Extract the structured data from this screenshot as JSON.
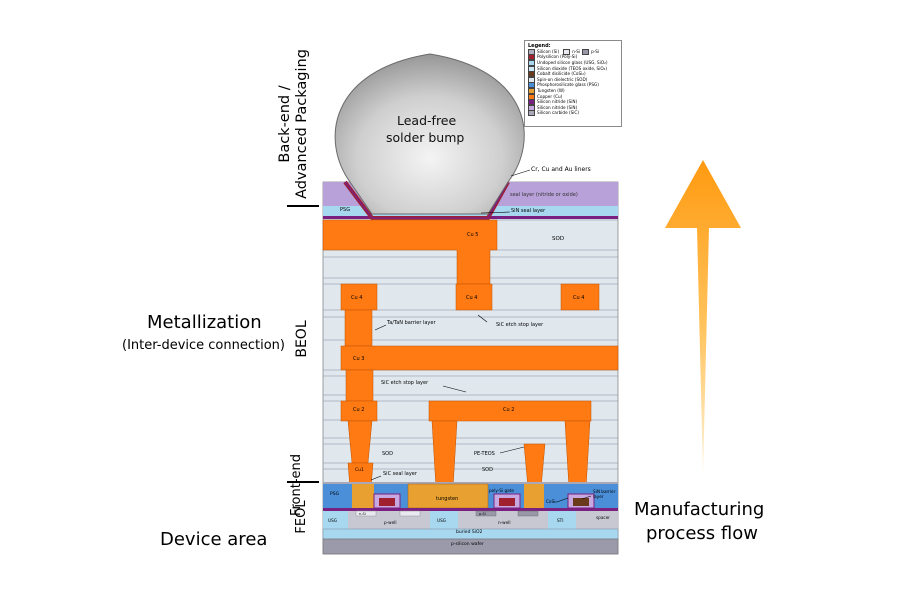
{
  "labels": {
    "back_end": "Back-end /\nAdvanced Packaging",
    "metallization": "Metallization",
    "inter_device": "(Inter-device connection)",
    "beol": "BEOL",
    "front_end": "Front-end",
    "feol": "FEOL",
    "device_area": "Device area",
    "manufacturing_1": "Manufacturing",
    "manufacturing_2": "process flow"
  },
  "bump": {
    "label_line1": "Lead-free",
    "label_line2": "solder bump",
    "liner_callout": "Cr, Cu and Au liners"
  },
  "layers": {
    "seal_layer": "seal layer (nitride or oxide)",
    "psg": "PSG",
    "sin_seal": "SiN seal layer",
    "cu5": "Cu 5",
    "sod": "SOD",
    "cu4_a": "Cu 4",
    "cu4_b": "Cu 4",
    "cu4_c": "Cu 4",
    "tatan": "Ta/TaN barrier layer",
    "sic_etch_1": "SiC etch stop layer",
    "cu3": "Cu 3",
    "sic_etch_2": "SiC etch stop layer",
    "cu2_a": "Cu 2",
    "cu2_b": "Cu 2",
    "sod_low": "SOD",
    "pe_teos": "PE-TEOS",
    "sod_low2": "SOD",
    "cu1": "Cu1",
    "sic_seal": "SiC seal layer",
    "psg_low": "PSG",
    "tungsten": "tungsten",
    "polysi_gate": "poly-Si gate",
    "cosi2": "CoSi₂",
    "sin_barrier": "SiN barrier layer",
    "spacer": "spacer",
    "usg_1": "USG",
    "usg_2": "USG",
    "sti": "STI",
    "p_well": "p-well",
    "n_well": "n-well",
    "n_si": "n-Si",
    "p_si": "p-Si",
    "buried_sio2": "buried SiO2",
    "p_silicon_wafer": "p-silicon wafer"
  },
  "legend": {
    "title": "Legend:",
    "items": [
      {
        "label": "Silicon (Si)",
        "extra1": "n-Si",
        "extra2": "p-Si",
        "color": "#b0b0c0"
      },
      {
        "label": "Polysilicon (Poly-Si)",
        "color": "#a02030"
      },
      {
        "label": "Undoped silicon glass (USG, SiO₂)",
        "color": "#a8d8f0"
      },
      {
        "label": "Silicon dioxide (TEOS oxide, SiO₂)",
        "color": "#cfe8f5"
      },
      {
        "label": "Cobalt disilicide (CoSi₂)",
        "color": "#6b3a1a"
      },
      {
        "label": "Spin-on dielectric (SOD)",
        "color": "#e0e8ee"
      },
      {
        "label": "Phosphorosilicate glass (PSG)",
        "color": "#4a8fd8"
      },
      {
        "label": "Tungsten (W)",
        "color": "#e8a030"
      },
      {
        "label": "Copper (Cu)",
        "color": "#ff7a12"
      },
      {
        "label": "Silicon nitride (SiN)",
        "color": "#7a2080"
      },
      {
        "label": "Silicon nitride (SiN)",
        "color": "#c8a8e0"
      },
      {
        "label": "Silicon carbide (SiC)",
        "color": "#a8a8b8"
      }
    ]
  },
  "colors": {
    "copper": "#ff7a12",
    "arrow": "#ffa81e",
    "sod": "#e0e8ee",
    "teos": "#cfe8f5",
    "psg": "#4a8fd8",
    "tungsten": "#e8a030",
    "seal": "#b8a0d8",
    "sin_dark": "#7a2080",
    "bump": "#c8c8c8"
  }
}
